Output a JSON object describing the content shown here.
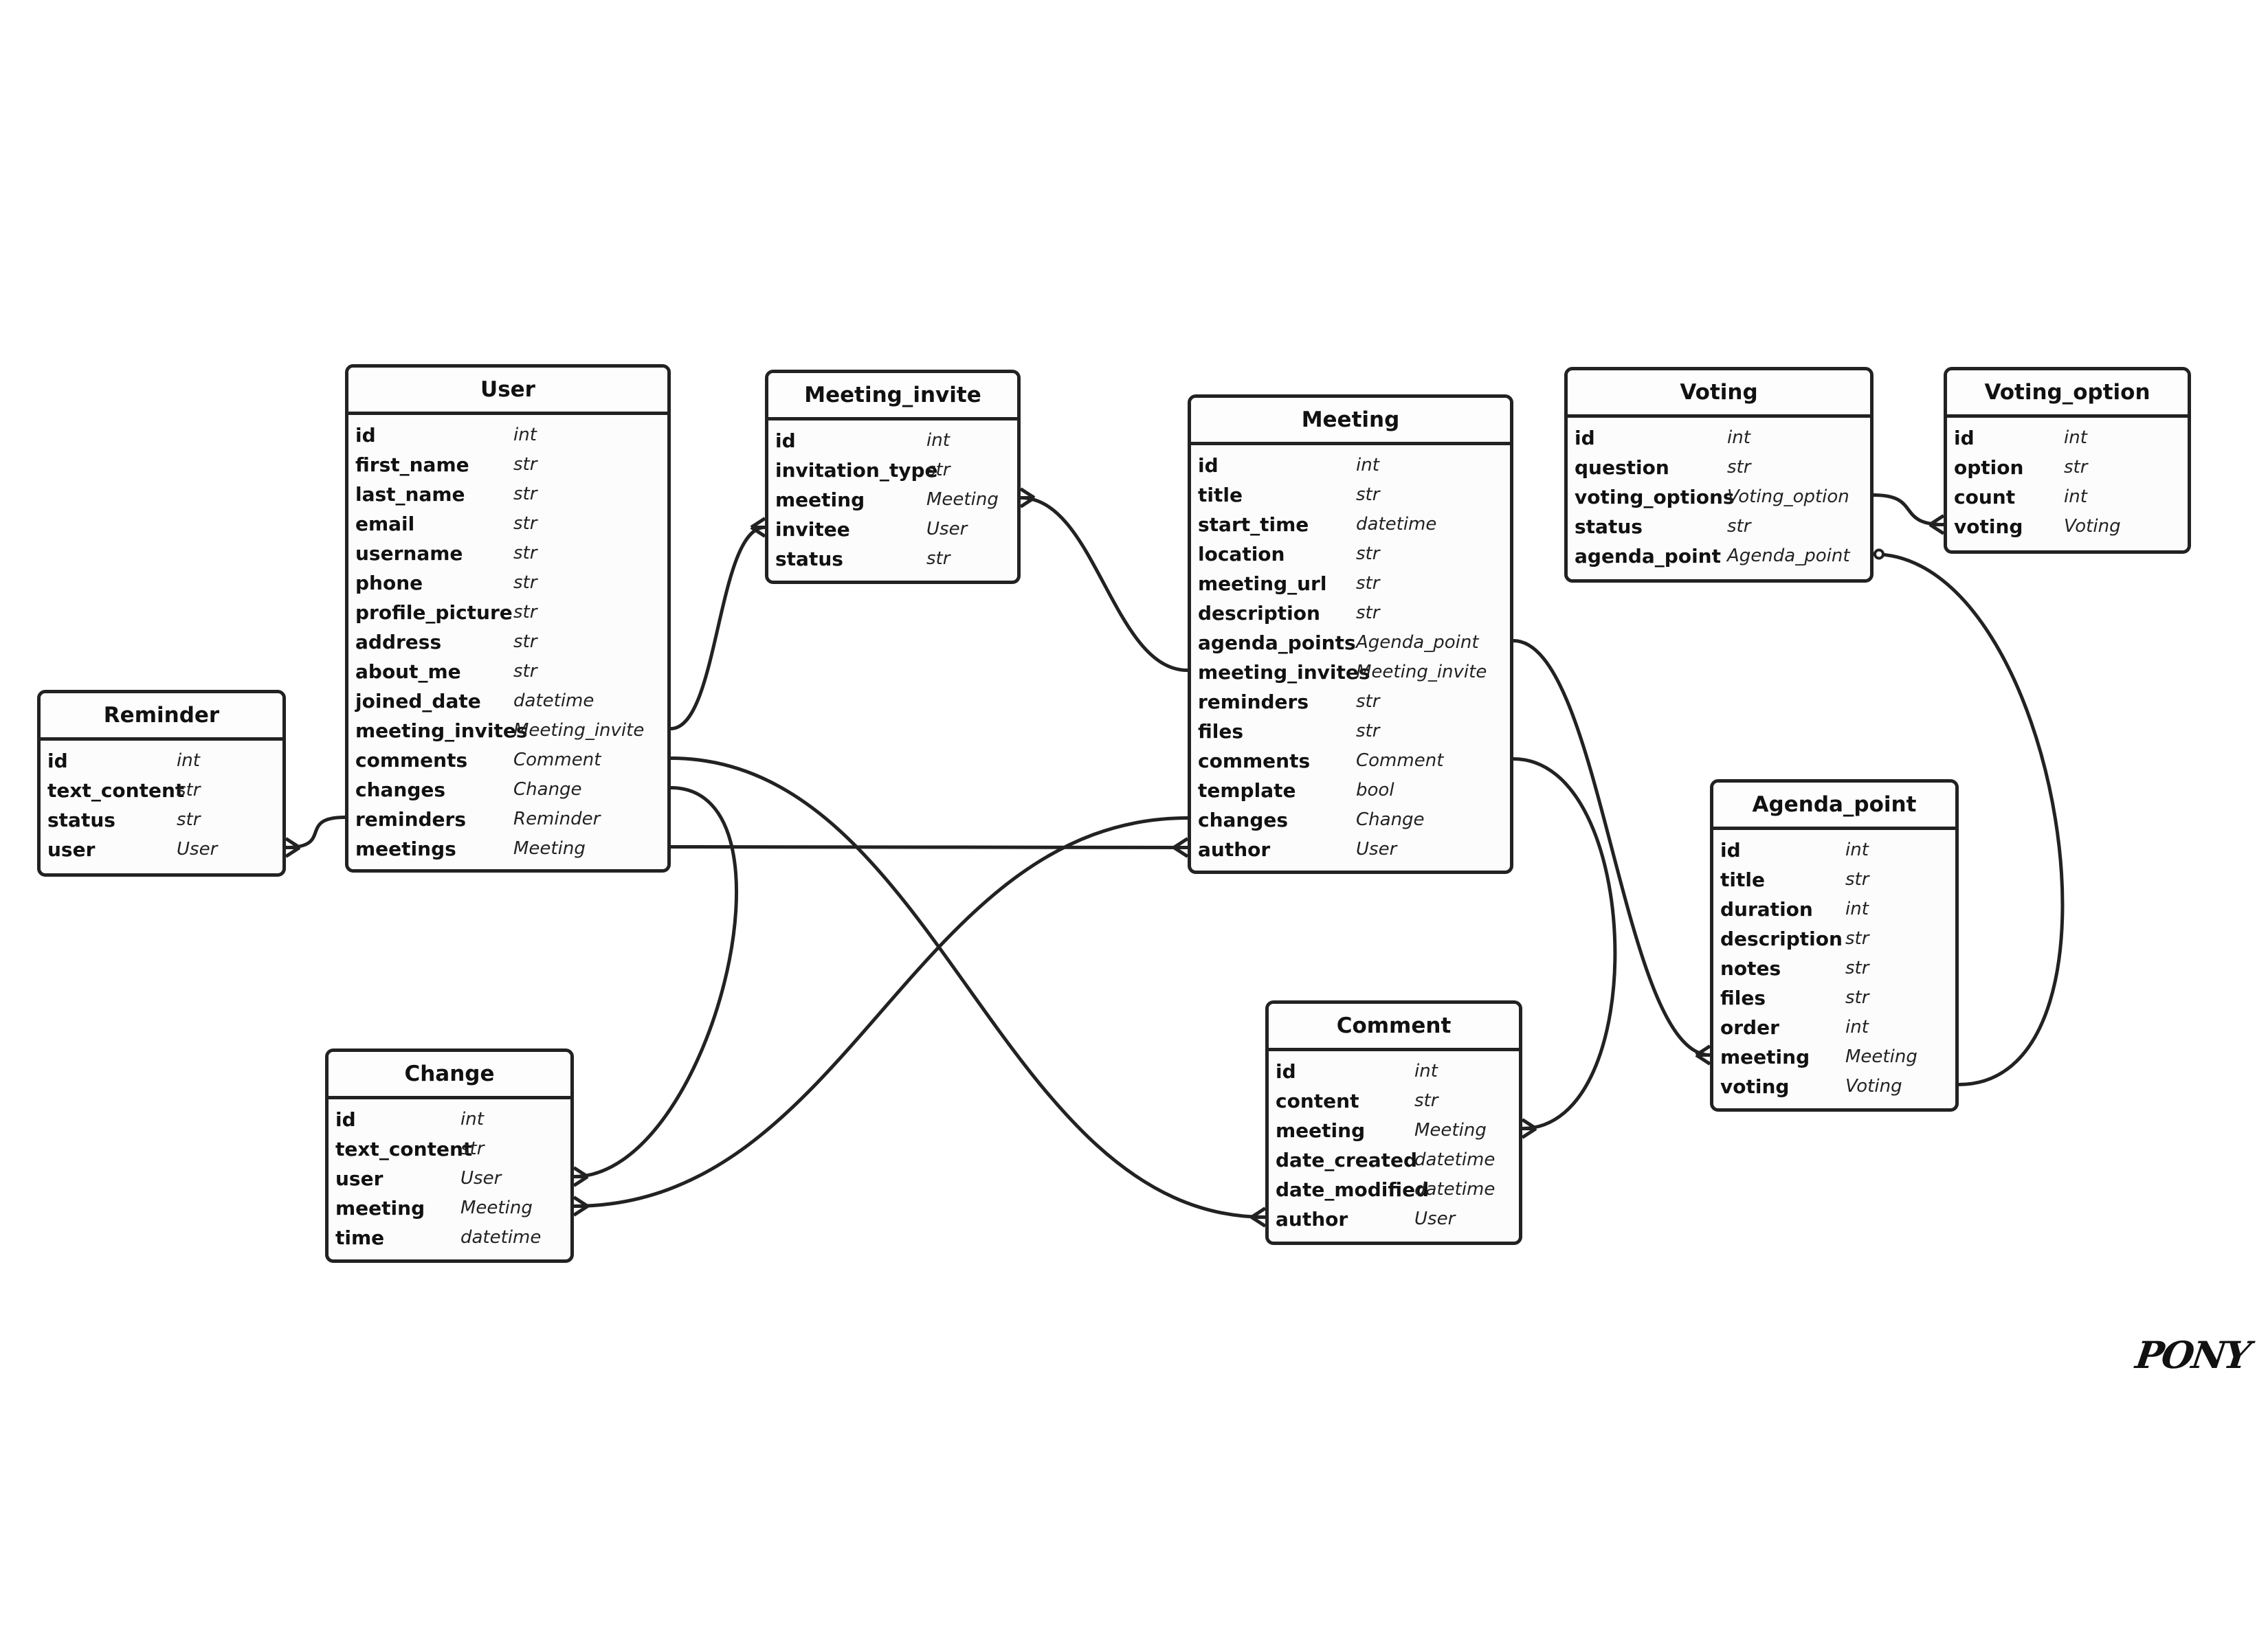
{
  "logo_text": "PONY",
  "entities": [
    {
      "id": "User",
      "name": "User",
      "attributes": [
        {
          "name": "id",
          "type": "int"
        },
        {
          "name": "first_name",
          "type": "str"
        },
        {
          "name": "last_name",
          "type": "str"
        },
        {
          "name": "email",
          "type": "str"
        },
        {
          "name": "username",
          "type": "str"
        },
        {
          "name": "phone",
          "type": "str"
        },
        {
          "name": "profile_picture",
          "type": "str"
        },
        {
          "name": "address",
          "type": "str"
        },
        {
          "name": "about_me",
          "type": "str"
        },
        {
          "name": "joined_date",
          "type": "datetime"
        },
        {
          "name": "meeting_invites",
          "type": "Meeting_invite"
        },
        {
          "name": "comments",
          "type": "Comment"
        },
        {
          "name": "changes",
          "type": "Change"
        },
        {
          "name": "reminders",
          "type": "Reminder"
        },
        {
          "name": "meetings",
          "type": "Meeting"
        }
      ]
    },
    {
      "id": "Meeting_invite",
      "name": "Meeting_invite",
      "attributes": [
        {
          "name": "id",
          "type": "int"
        },
        {
          "name": "invitation_type",
          "type": "str"
        },
        {
          "name": "meeting",
          "type": "Meeting"
        },
        {
          "name": "invitee",
          "type": "User"
        },
        {
          "name": "status",
          "type": "str"
        }
      ]
    },
    {
      "id": "Meeting",
      "name": "Meeting",
      "attributes": [
        {
          "name": "id",
          "type": "int"
        },
        {
          "name": "title",
          "type": "str"
        },
        {
          "name": "start_time",
          "type": "datetime"
        },
        {
          "name": "location",
          "type": "str"
        },
        {
          "name": "meeting_url",
          "type": "str"
        },
        {
          "name": "description",
          "type": "str"
        },
        {
          "name": "agenda_points",
          "type": "Agenda_point"
        },
        {
          "name": "meeting_invites",
          "type": "Meeting_invite"
        },
        {
          "name": "reminders",
          "type": "str"
        },
        {
          "name": "files",
          "type": "str"
        },
        {
          "name": "comments",
          "type": "Comment"
        },
        {
          "name": "template",
          "type": "bool"
        },
        {
          "name": "changes",
          "type": "Change"
        },
        {
          "name": "author",
          "type": "User"
        }
      ]
    },
    {
      "id": "Voting",
      "name": "Voting",
      "attributes": [
        {
          "name": "id",
          "type": "int"
        },
        {
          "name": "question",
          "type": "str"
        },
        {
          "name": "voting_options",
          "type": "Voting_option"
        },
        {
          "name": "status",
          "type": "str"
        },
        {
          "name": "agenda_point",
          "type": "Agenda_point"
        }
      ]
    },
    {
      "id": "Voting_option",
      "name": "Voting_option",
      "attributes": [
        {
          "name": "id",
          "type": "int"
        },
        {
          "name": "option",
          "type": "str"
        },
        {
          "name": "count",
          "type": "int"
        },
        {
          "name": "voting",
          "type": "Voting"
        }
      ]
    },
    {
      "id": "Reminder",
      "name": "Reminder",
      "attributes": [
        {
          "name": "id",
          "type": "int"
        },
        {
          "name": "text_content",
          "type": "str"
        },
        {
          "name": "status",
          "type": "str"
        },
        {
          "name": "user",
          "type": "User"
        }
      ]
    },
    {
      "id": "Agenda_point",
      "name": "Agenda_point",
      "attributes": [
        {
          "name": "id",
          "type": "int"
        },
        {
          "name": "title",
          "type": "str"
        },
        {
          "name": "duration",
          "type": "int"
        },
        {
          "name": "description",
          "type": "str"
        },
        {
          "name": "notes",
          "type": "str"
        },
        {
          "name": "files",
          "type": "str"
        },
        {
          "name": "order",
          "type": "int"
        },
        {
          "name": "meeting",
          "type": "Meeting"
        },
        {
          "name": "voting",
          "type": "Voting"
        }
      ]
    },
    {
      "id": "Comment",
      "name": "Comment",
      "attributes": [
        {
          "name": "id",
          "type": "int"
        },
        {
          "name": "content",
          "type": "str"
        },
        {
          "name": "meeting",
          "type": "Meeting"
        },
        {
          "name": "date_created",
          "type": "datetime"
        },
        {
          "name": "date_modified",
          "type": "datetime"
        },
        {
          "name": "author",
          "type": "User"
        }
      ]
    },
    {
      "id": "Change",
      "name": "Change",
      "attributes": [
        {
          "name": "id",
          "type": "int"
        },
        {
          "name": "text_content",
          "type": "str"
        },
        {
          "name": "user",
          "type": "User"
        },
        {
          "name": "meeting",
          "type": "Meeting"
        },
        {
          "name": "time",
          "type": "datetime"
        }
      ]
    }
  ],
  "relationships": [
    {
      "from": "User.meeting_invites",
      "to": "Meeting_invite.invitee",
      "from_end": "one",
      "to_end": "many"
    },
    {
      "from": "Meeting_invite.meeting",
      "to": "Meeting.meeting_invites",
      "from_end": "many",
      "to_end": "one"
    },
    {
      "from": "User.reminders",
      "to": "Reminder.user",
      "from_end": "one",
      "to_end": "many"
    },
    {
      "from": "User.meetings",
      "to": "Meeting.author",
      "from_end": "one",
      "to_end": "many"
    },
    {
      "from": "User.comments",
      "to": "Comment.author",
      "from_end": "one",
      "to_end": "many"
    },
    {
      "from": "User.changes",
      "to": "Change.user",
      "from_end": "one",
      "to_end": "many"
    },
    {
      "from": "Meeting.changes",
      "to": "Change.meeting",
      "from_end": "one",
      "to_end": "many"
    },
    {
      "from": "Meeting.agenda_points",
      "to": "Agenda_point.meeting",
      "from_end": "one",
      "to_end": "many"
    },
    {
      "from": "Meeting.comments",
      "to": "Comment.meeting",
      "from_end": "one",
      "to_end": "many"
    },
    {
      "from": "Voting.voting_options",
      "to": "Voting_option.voting",
      "from_end": "one",
      "to_end": "many"
    },
    {
      "from": "Voting.agenda_point",
      "to": "Agenda_point.voting",
      "from_end": "optional",
      "to_end": "one"
    }
  ]
}
